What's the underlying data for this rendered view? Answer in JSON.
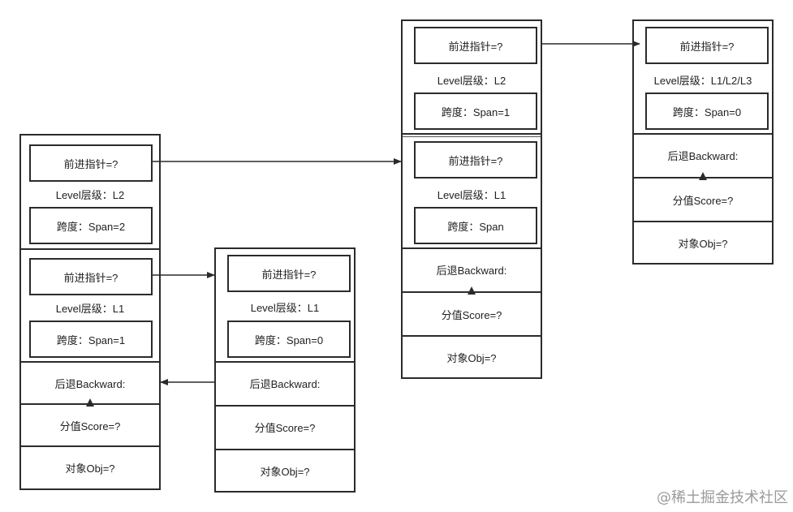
{
  "nodes": {
    "n1": {
      "l2": {
        "forward": "前进指针=?",
        "level": "Level层级：L2",
        "span": "跨度：Span=2"
      },
      "l1": {
        "forward": "前进指针=?",
        "level": "Level层级：L1",
        "span": "跨度：Span=1"
      },
      "backward": "后退Backward:",
      "score": "分值Score=?",
      "obj": "对象Obj=?"
    },
    "n2": {
      "l1": {
        "forward": "前进指针=?",
        "level": "Level层级：L1",
        "span": "跨度：Span=0"
      },
      "backward": "后退Backward:",
      "score": "分值Score=?",
      "obj": "对象Obj=?"
    },
    "n3": {
      "l2": {
        "forward": "前进指针=?",
        "level": "Level层级：L2",
        "span": "跨度：Span=1"
      },
      "l1": {
        "forward": "前进指针=?",
        "level": "Level层级：L1",
        "span": "跨度：Span"
      },
      "backward": "后退Backward:",
      "score": "分值Score=?",
      "obj": "对象Obj=?"
    },
    "n4": {
      "l3": {
        "forward": "前进指针=?",
        "level": "Level层级：L1/L2/L3",
        "span": "跨度：Span=0"
      },
      "backward": "后退Backward:",
      "score": "分值Score=?",
      "obj": "对象Obj=?"
    }
  },
  "watermark": "@稀土掘金技术社区",
  "colors": {
    "stroke": "#2b2b2b",
    "text": "#222222",
    "watermark": "#9a9a9a"
  }
}
